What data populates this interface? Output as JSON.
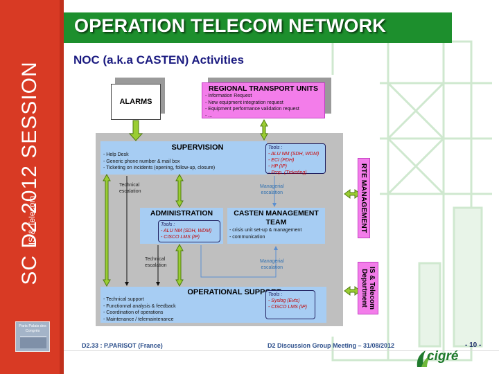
{
  "title": "OPERATION TELECOM NETWORK",
  "subtitle": "NOC (a.k.a CASTEN) Activities",
  "sidebar": {
    "session_main": "SC D2  2012  SESSION",
    "session_small": "IS & Telecom",
    "venue_logo_text": "Paris Palais des Congrès"
  },
  "diagram": {
    "alarms": "ALARMS",
    "regional": {
      "title": "REGIONAL TRANSPORT UNITS",
      "items": [
        "- Information Request",
        "- New equipment integration request",
        "- Equipment performance validation request",
        "- ..."
      ]
    },
    "supervision": {
      "title": "SUPERVISION",
      "items": [
        "- Help Desk",
        "- Generic phone number & mail box",
        "- Ticketing on incidents (opening, follow-up, closure)"
      ],
      "tools_title": "Tools :",
      "tools": [
        "- ALU NM (SDH, WDM)",
        "- ECI (PDH)",
        "- HP (IP)",
        "- Prop. (Ticketing)"
      ]
    },
    "administration": {
      "title": "ADMINISTRATION",
      "tools_title": "Tools :",
      "tools": [
        "- ALU NM (SDH, WDM)",
        "- CISCO LMS (IP)"
      ]
    },
    "casten": {
      "title": "CASTEN MANAGEMENT TEAM",
      "items": [
        "- crisis unit set-up & management",
        "- communication"
      ]
    },
    "operational": {
      "title": "OPERATIONAL SUPPORT",
      "items": [
        "- Technical support",
        "- Functionnal analysis & feedback",
        "- Coordination of operations",
        "- Maintenance / telemaintenance"
      ],
      "tools_title": "Tools :",
      "tools": [
        "- Syslog (Evts)",
        "- CISCO LMS (IP)"
      ]
    },
    "labels": {
      "technical_escalation_1": [
        "Technical",
        "escalation"
      ],
      "technical_escalation_2": [
        "Technical",
        "escalation"
      ],
      "managerial_escalation_1": [
        "Managerial",
        "escalation"
      ],
      "managerial_escalation_2": [
        "Managerial",
        "escalation"
      ]
    },
    "side_boxes": {
      "rte": "RTE MANAGEMENT",
      "is_telecom_1": "IS & Telecom",
      "is_telecom_2": "Department"
    }
  },
  "footer": {
    "left": "D2.33 : P.PARISOT (France)",
    "middle": "D2 Discussion Group Meeting  –  31/08/2012",
    "page": "- 10 -",
    "logo": "cigré"
  },
  "colors": {
    "sidebar": "#d83a24",
    "title_bar": "#1d8f2d",
    "subtitle": "#1a1a80",
    "blue_box": "#a7cdf3",
    "pink_box": "#f37dea",
    "arrow_green": "#9acd32"
  }
}
